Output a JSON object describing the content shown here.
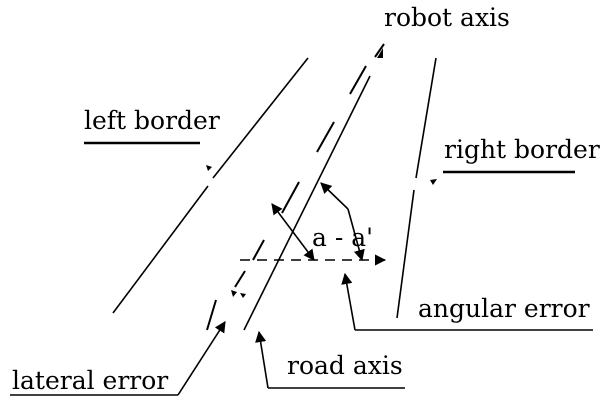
{
  "labels": {
    "robot_axis": "robot axis",
    "left_border": "left border",
    "right_border": "right border",
    "angle": "a - a'",
    "angular_error": "angular error",
    "road_axis": "road axis",
    "lateral_error": "lateral error"
  },
  "colors": {
    "ink": "#000000",
    "background": "#ffffff"
  }
}
